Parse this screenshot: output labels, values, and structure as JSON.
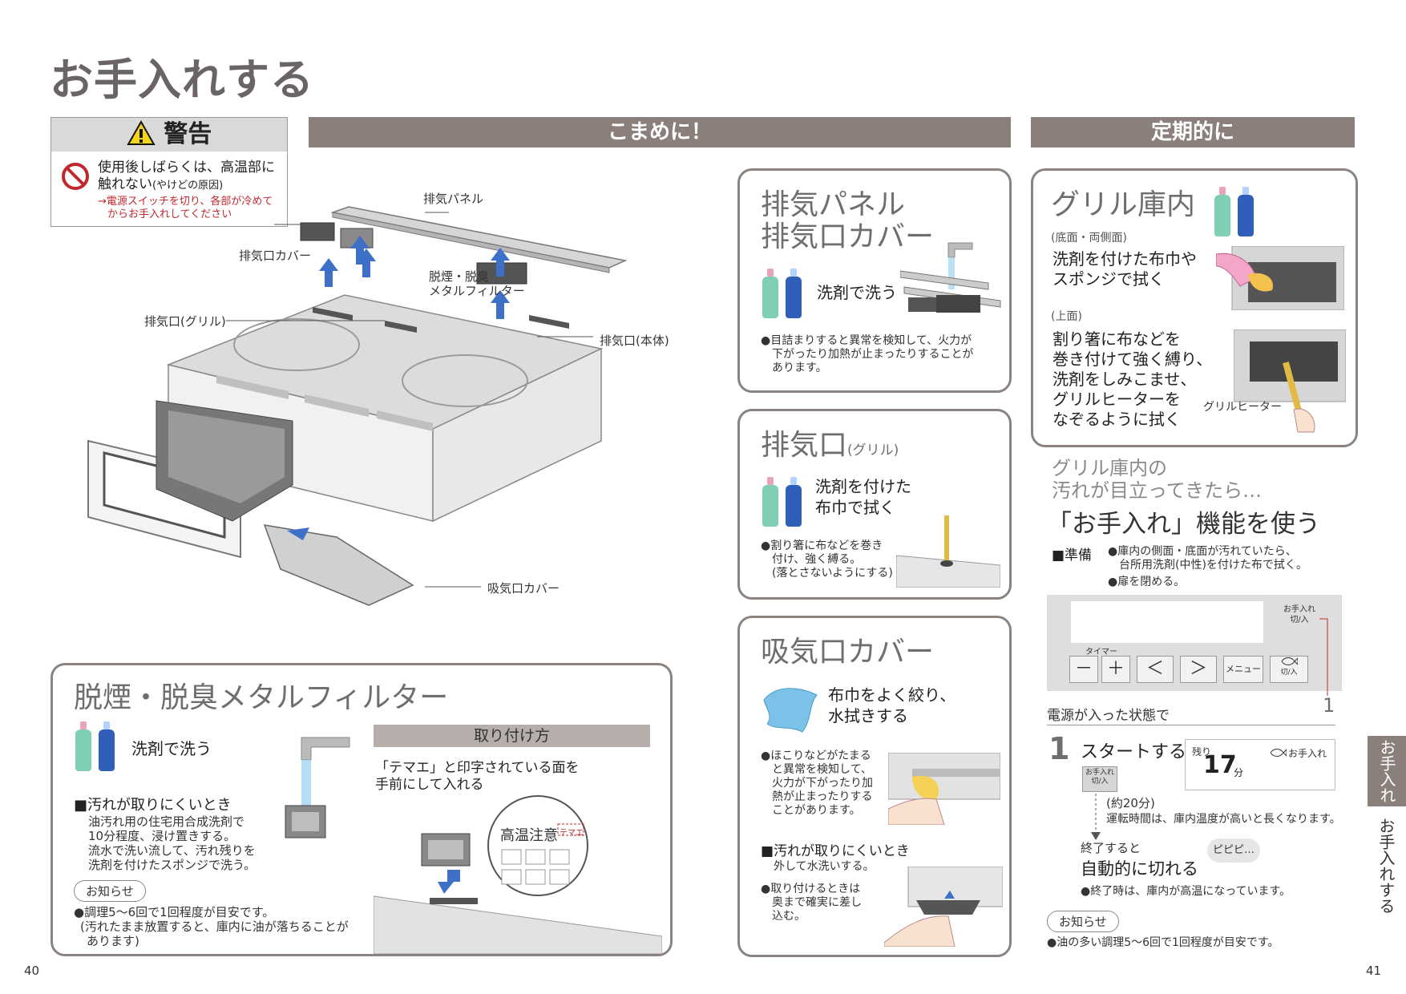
{
  "title": "お手入れする",
  "warning": {
    "heading": "警告",
    "line1": "使用後しばらくは、高温部に",
    "line2": "触れない",
    "line2_note": "(やけどの原因)",
    "note1": "→電源スイッチを切り、各部が冷めて",
    "note2": "からお手入れしてください"
  },
  "band_often": "こまめに！",
  "band_regular": "定期的に",
  "diagram_labels": {
    "exhaust_panel": "排気パネル",
    "exhaust_cover": "排気口カバー",
    "metal_filter_1": "脱煙・脱臭",
    "metal_filter_2": "メタルフィルター",
    "exhaust_grill": "排気口(グリル)",
    "exhaust_body": "排気口(本体)",
    "intake_cover": "吸気口カバー"
  },
  "panel_box": {
    "title1": "排気パネル",
    "title2": "排気口カバー",
    "wash": "洗剤で洗う",
    "note1": "●目詰まりすると異常を検知して、火力が",
    "note2": "下がったり加熱が止まったりすることが",
    "note3": "あります。"
  },
  "grill_exhaust_box": {
    "title": "排気口",
    "title_sub": "(グリル)",
    "wipe1": "洗剤を付けた",
    "wipe2": "布巾で拭く",
    "note1": "●割り箸に布などを巻き",
    "note2": "付け、強く縛る。",
    "note3": "(落とさないようにする)"
  },
  "intake_box": {
    "title": "吸気口カバー",
    "wring1": "布巾をよく絞り、",
    "wring2": "水拭きする",
    "note1": "●ほこりなどがたまる",
    "note2": "と異常を検知して、",
    "note3": "火力が下がったり加",
    "note4": "熱が止まったりする",
    "note5": "ことがあります。",
    "hard_heading": "■汚れが取りにくいとき",
    "hard_text": "外して水洗いする。",
    "attach1": "●取り付けるときは",
    "attach2": "奥まで確実に差し",
    "attach3": "込む。"
  },
  "filter_box": {
    "title": "脱煙・脱臭メタルフィルター",
    "wash": "洗剤で洗う",
    "hard_heading": "■汚れが取りにくいとき",
    "hard1": "油汚れ用の住宅用合成洗剤で",
    "hard2": "10分程度、浸け置きする。",
    "hard3": "流水で洗い流して、汚れ残りを",
    "hard4": "洗剤を付けたスポンジで洗う。",
    "notice": "お知らせ",
    "notice1": "●調理5～6回で1回程度が目安です。",
    "notice2": "(汚れたまま放置すると、庫内に油が落ちることが",
    "notice3": "あります)",
    "install_heading": "取り付け方",
    "install1": "「テマエ」と印字されている面を",
    "install2": "手前にして入れる",
    "hot_label": "高温注意",
    "temae": "テマエ"
  },
  "grill_inner_box": {
    "title": "グリル庫内",
    "bottom_sides": "(底面・両側面)",
    "bs1": "洗剤を付けた布巾や",
    "bs2": "スポンジで拭く",
    "top": "(上面)",
    "t1": "割り箸に布などを",
    "t2": "巻き付けて強く縛り、",
    "t3": "洗剤をしみこませ、",
    "t4": "グリルヒーターを",
    "t5": "なぞるように拭く",
    "heater_label": "グリルヒーター"
  },
  "care_function": {
    "lead1": "グリル庫内の",
    "lead2": "汚れが目立ってきたら…",
    "headline": "「お手入れ」機能を使う",
    "prep_label": "■準備",
    "prep1": "●庫内の側面・底面が汚れていたら、",
    "prep2": "台所用洗剤(中性)を付けた布で拭く。",
    "prep3": "●扉を閉める。",
    "panel_btn": "お手入れ 切/入",
    "timer_label": "タイマー",
    "btn_minus": "－",
    "btn_plus": "＋",
    "btn_left": "＜",
    "btn_right": "＞",
    "btn_menu": "メニュー",
    "btn_fish": "切/入",
    "callout_1": "1",
    "power_state": "電源が入った状態で",
    "step_num": "1",
    "step_text": "スタートする",
    "small_btn": "お手入れ 切/入",
    "remain_label": "残り",
    "remain_value": "17",
    "remain_unit": "分",
    "mode_label": "お手入れ",
    "approx": "(約20分)",
    "runtime": "運転時間は、庫内温度が高いと長くなります。",
    "end1": "終了すると",
    "end2": "自動的に切れる",
    "beep": "ピピピ…",
    "end_note": "●終了時は、庫内が高温になっています。",
    "notice": "お知らせ",
    "notice_text": "●油の多い調理5～6回で1回程度が目安です。"
  },
  "side_tab": "お手入れ",
  "side_text": "お手入れする",
  "page_left": "40",
  "page_right": "41"
}
